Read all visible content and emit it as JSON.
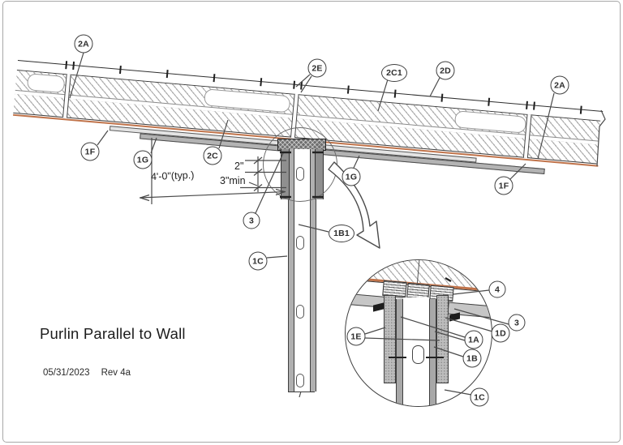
{
  "page": {
    "title": "Purlin Parallel to Wall",
    "date": "05/31/2023",
    "revision": "Rev 4a"
  },
  "dimensions": {
    "gap": "2\"",
    "spacing": "4'-0\"(typ.)",
    "min_edge": "3\"min"
  },
  "callouts": {
    "c2a_left": "2A",
    "c2e": "2E",
    "c2c1": "2C1",
    "c2d": "2D",
    "c2a_right": "2A",
    "c1f_left": "1F",
    "c1g_left": "1G",
    "c2c": "2C",
    "c3": "3",
    "c1g_right": "1G",
    "c1b1": "1B1",
    "c1c_main": "1C",
    "c1f_right": "1F",
    "d4": "4",
    "d3": "3",
    "d1d": "1D",
    "d1a": "1A",
    "d1b": "1B",
    "d1e": "1E",
    "d1c": "1C"
  },
  "colors": {
    "membrane": "#c0734a",
    "line": "#3a3a3a",
    "steel": "#b0b0b0"
  }
}
